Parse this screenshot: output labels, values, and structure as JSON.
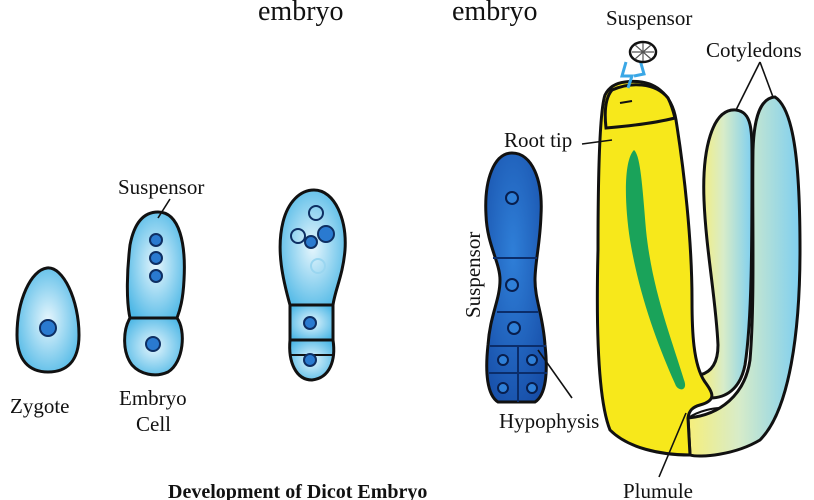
{
  "header_fragments": [
    "embryo",
    "embryo"
  ],
  "labels": {
    "zygote": "Zygote",
    "embryo_cell": [
      "Embryo",
      "Cell"
    ],
    "suspensor_stage2": "Suspensor",
    "suspensor_stage4": "Suspensor",
    "hypophysis": "Hypophysis",
    "suspensor_top": "Suspensor",
    "root_tip": "Root tip",
    "cotyledons": "Cotyledons",
    "plumule": "Plumule"
  },
  "caption": "Development of Dicot Embryo",
  "colors": {
    "light_cell": "#4fb8e6",
    "dark_cell": "#1e63c8",
    "yellow": "#f7e81b",
    "green": "#1aa35a",
    "cotyledon_blue": "#8fd6ef",
    "outline": "#111111"
  }
}
